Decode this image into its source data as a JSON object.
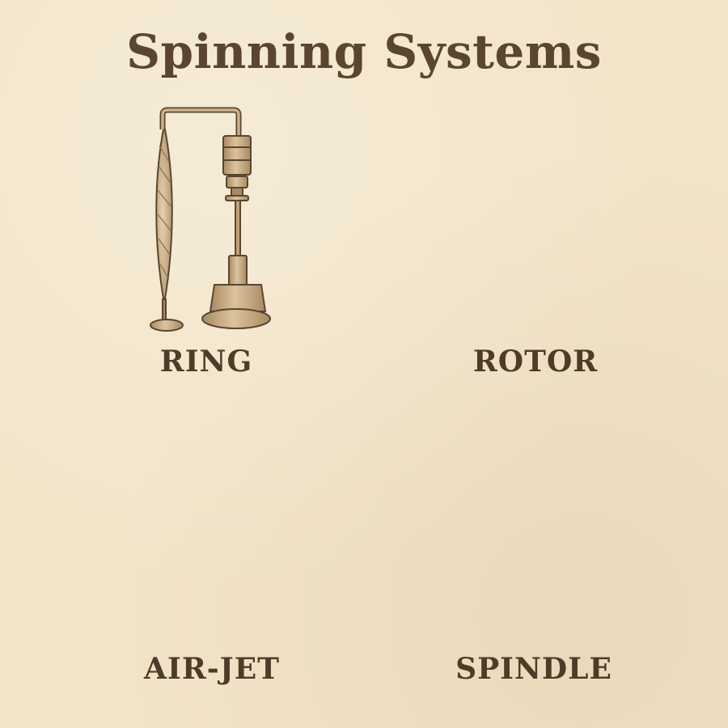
{
  "title": "Spinning Systems",
  "panels": [
    {
      "label": "RING",
      "icon": "ring-spinning-frame-icon"
    },
    {
      "label": "ROTOR",
      "icon": "rotor-spinning-machine-icon"
    },
    {
      "label": "AIR-JET",
      "icon": "air-jet-spinning-icon"
    },
    {
      "label": "SPINDLE",
      "icon": "drop-spindle-icon"
    }
  ],
  "colors": {
    "background": "#f2e4c8",
    "ink": "#5a4630",
    "metal": "#c9ad84",
    "metal_shadow": "#a88a62"
  }
}
